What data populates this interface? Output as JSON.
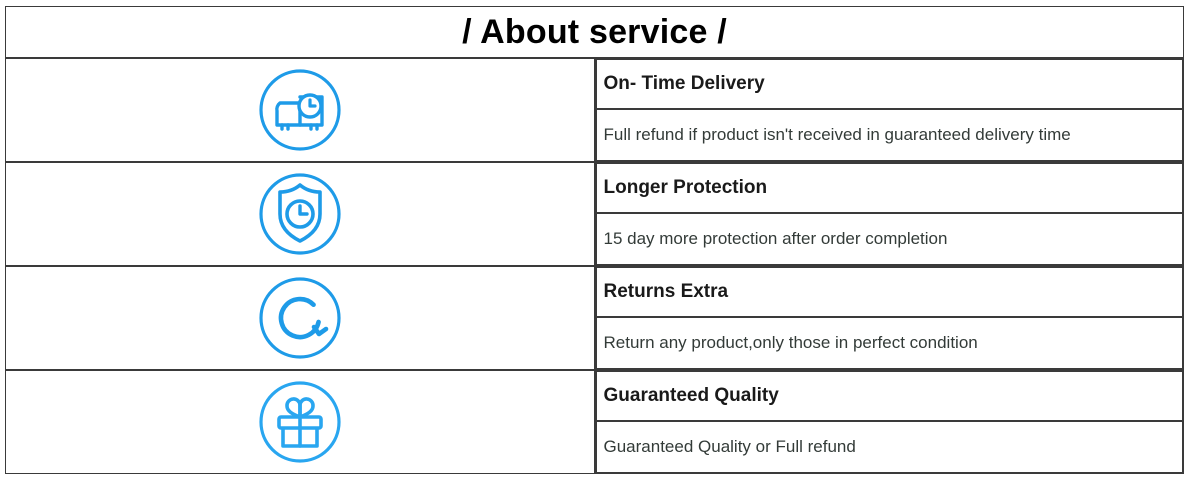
{
  "header": {
    "title": "/ About service /"
  },
  "colors": {
    "icon_blue": "#1E9BE8",
    "border": "#3a3a3a",
    "heading_text": "#1a1a1a",
    "description_text": "#333b38",
    "background": "#ffffff"
  },
  "rows": [
    {
      "icon": "delivery-truck-clock-icon",
      "heading": "On- Time Delivery",
      "description": "Full refund if product isn't received in guaranteed delivery time"
    },
    {
      "icon": "shield-clock-icon",
      "heading": "Longer Protection",
      "description": "15 day more protection after order completion"
    },
    {
      "icon": "circular-return-arrow-icon",
      "heading": "Returns Extra",
      "description": "Return any product,only those in perfect condition"
    },
    {
      "icon": "gift-box-icon",
      "heading": "Guaranteed Quality",
      "description": "Guaranteed Quality or Full refund"
    }
  ]
}
